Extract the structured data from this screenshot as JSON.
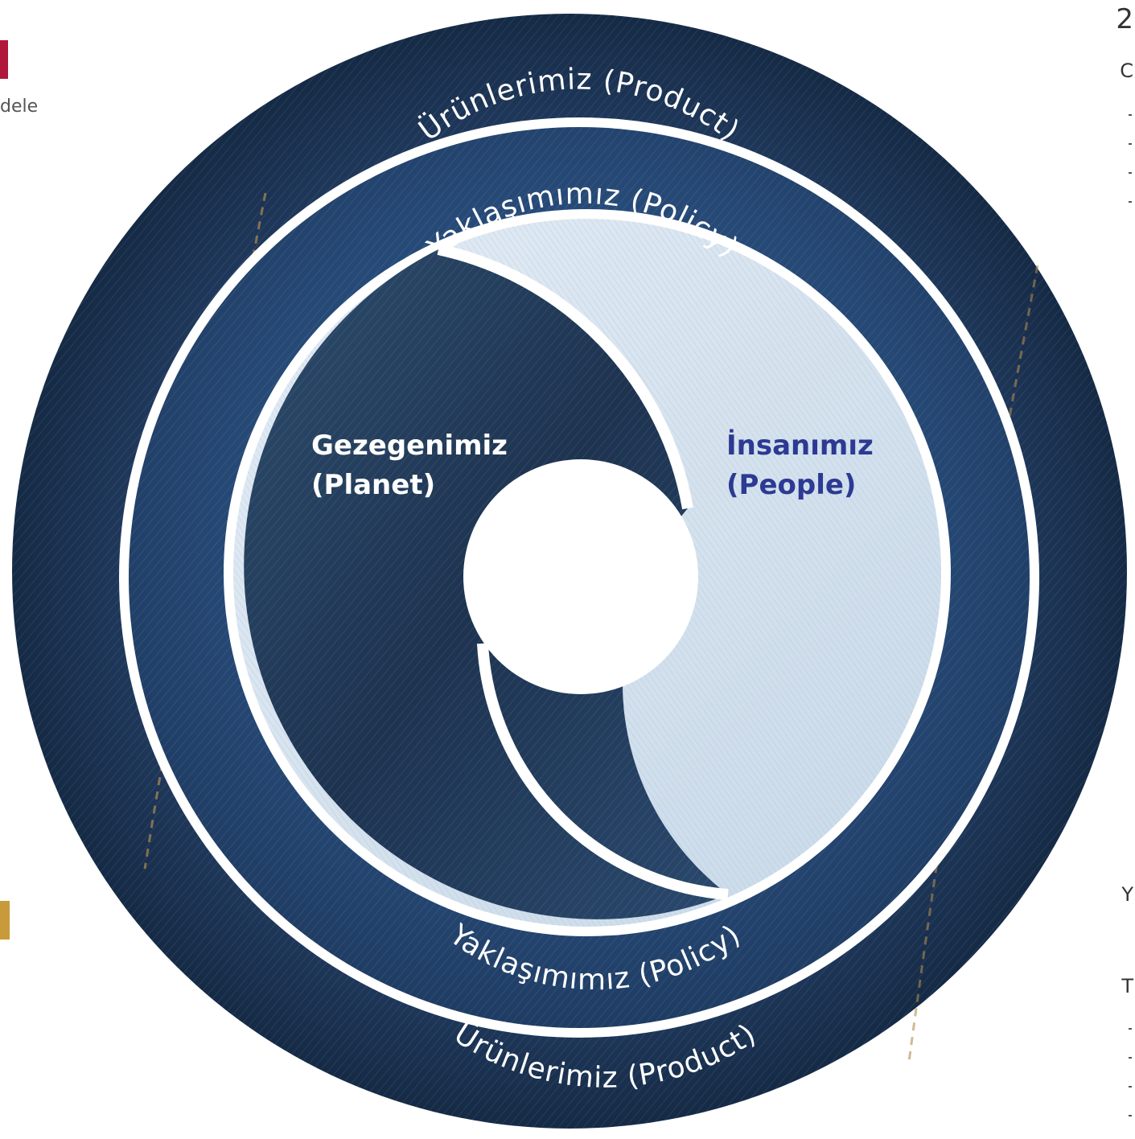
{
  "diagram": {
    "outer_ring": {
      "top_label": "Ürünlerimiz (Product)",
      "bottom_label": "Ürünlerimiz (Product)"
    },
    "middle_ring": {
      "top_label": "Yaklaşımımız (Policy)",
      "bottom_label": "Yaklaşımımız (Policy)"
    },
    "planet": {
      "line1": "Gezegenimiz",
      "line2": "(Planet)"
    },
    "people": {
      "line1": "İnsanımız",
      "line2": "(People)"
    }
  },
  "edges": {
    "left_word": "dele",
    "right_top_glyph": "2",
    "right_sub_glyph": "C",
    "right_mid_glyph": "Y",
    "right_bottom_glyph": "T"
  },
  "colors": {
    "denim_dark": "#1c3556",
    "denim_mid": "#2b4f80",
    "denim_light": "#d6e3ef",
    "people_text": "#2c3a93",
    "ring_white": "#ffffff",
    "badge_red": "#b0173a",
    "badge_gold": "#c99a3a"
  }
}
